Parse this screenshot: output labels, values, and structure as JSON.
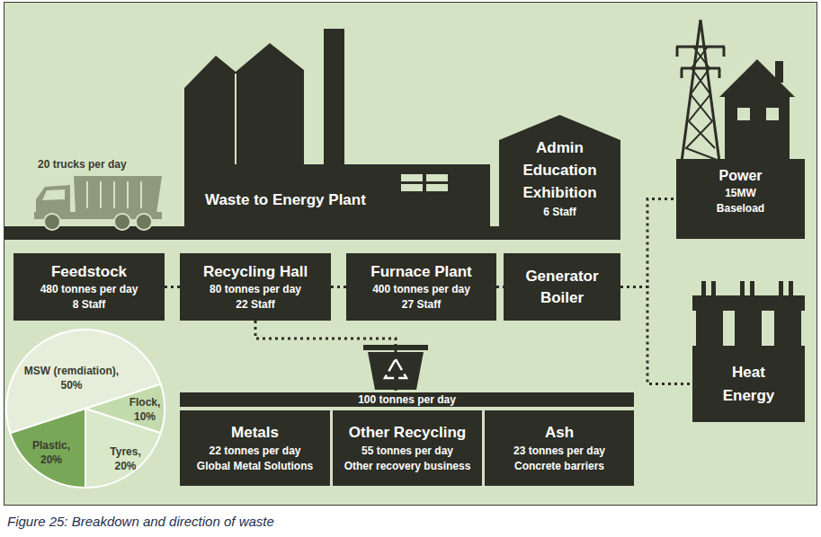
{
  "diagram": {
    "caption": "Figure 25: Breakdown and direction of waste",
    "nodes": [
      {
        "text": [
          "Waste to Energy Plant"
        ]
      },
      {
        "text": [
          "Admin Education Exhibition",
          "6 Staff"
        ]
      },
      {
        "text": [
          "Feedstock",
          "480 tonnes per day",
          "8 Staff"
        ]
      },
      {
        "text": [
          "Recycling Hall",
          "80 tonnes per day",
          "22 Staff"
        ]
      },
      {
        "text": [
          "Furnace Plant",
          "400 tonnes per day",
          "27 Staff"
        ]
      },
      {
        "text": [
          "Generator Boiler"
        ]
      },
      {
        "text": [
          "Power",
          "15MW Baseload"
        ]
      },
      {
        "text": [
          "Heat Energy"
        ]
      },
      {
        "text": [
          "100 tonnes per day"
        ]
      },
      {
        "text": [
          "Metals",
          "22 tonnes per day",
          "Global Metal Solutions"
        ]
      },
      {
        "text": [
          "Other Recycling",
          "55 tonnes per day",
          "Other recovery business"
        ]
      },
      {
        "text": [
          "Ash",
          "23 tonnes per day",
          "Concrete barriers"
        ]
      }
    ],
    "edges": [
      {
        "from": 2,
        "to": 3,
        "arrow": "none"
      },
      {
        "from": 3,
        "to": 4,
        "arrow": "none"
      },
      {
        "from": 4,
        "to": 5,
        "arrow": "none"
      },
      {
        "from": 5,
        "to": 6,
        "arrow": "none"
      },
      {
        "from": 5,
        "to": 7,
        "arrow": "none"
      },
      {
        "from": 3,
        "to": 8,
        "arrow": "none"
      }
    ],
    "labels": [
      "20 trucks per day",
      "MSW (remdiation), 50%",
      "Flock, 10%",
      "Plastic, 20%",
      "Tyres, 20%"
    ]
  }
}
